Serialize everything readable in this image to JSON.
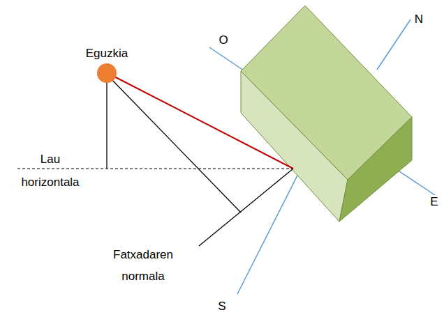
{
  "diagram": {
    "nodes": [
      {
        "text": [
          "Eguzkia"
        ]
      }
    ],
    "labels": [
      "O",
      "N",
      "E",
      "S",
      "Lau horizontala",
      "Fatxadaren normala"
    ]
  }
}
